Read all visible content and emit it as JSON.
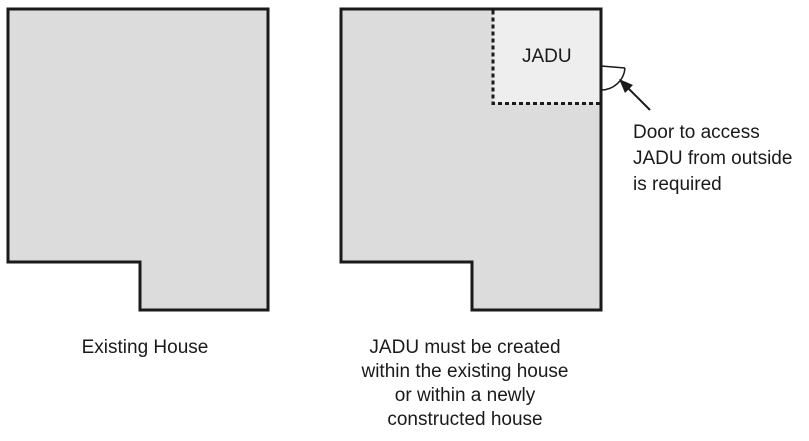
{
  "labels": {
    "jadu": "JADU",
    "existing_house": "Existing House",
    "door_note": [
      "Door to access",
      "JADU from outside",
      "is required"
    ],
    "jadu_caption": [
      "JADU must be created",
      "within the existing house",
      "or within a newly",
      "constructed house"
    ]
  },
  "colors": {
    "house_fill": "#dcdcdc",
    "jadu_fill": "#eeeeee",
    "outline": "#1a1a1a",
    "text": "#1a1a1a"
  }
}
